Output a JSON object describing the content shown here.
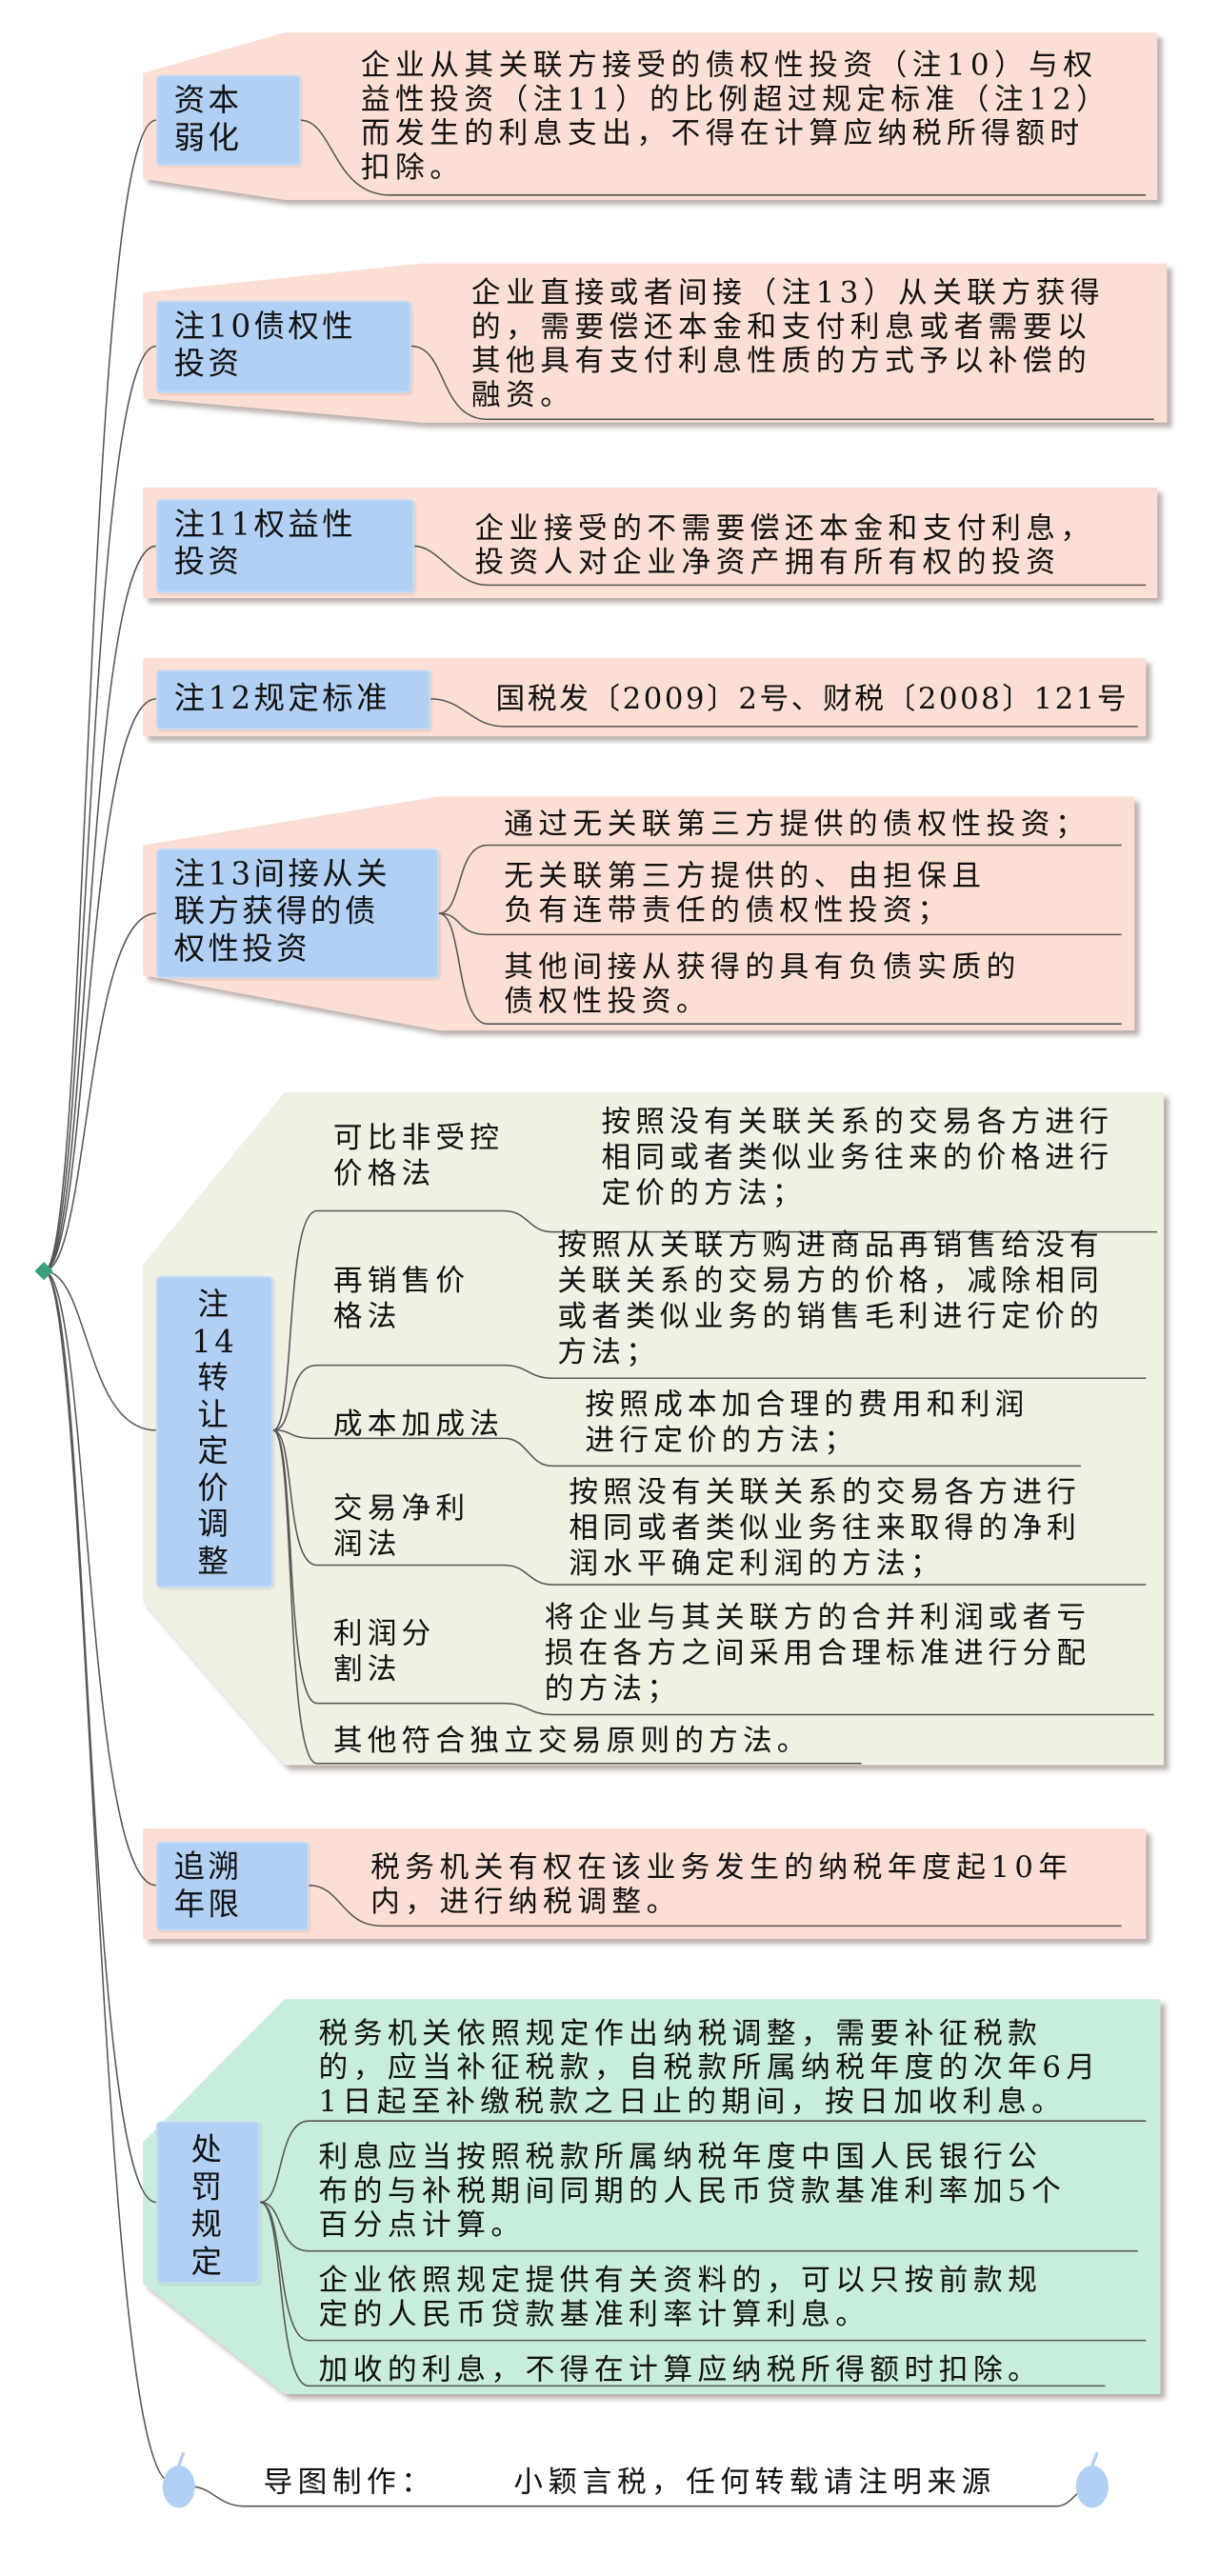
{
  "colors": {
    "pink": "#fcdfd4",
    "olive": "#eff1e4",
    "green": "#c9eddb",
    "label": "#b1d0f4"
  },
  "nodes": {
    "n1": {
      "label": "资本\n弱化",
      "text": "企业从其关联方接受的债权性投资（注10）与权\n益性投资（注11）的比例超过规定标准（注12）\n而发生的利息支出，不得在计算应纳税所得额时\n扣除。"
    },
    "n2": {
      "label": "注10债权性\n投资",
      "text": "企业直接或者间接（注13）从关联方获得\n的，需要偿还本金和支付利息或者需要以\n其他具有支付利息性质的方式予以补偿的\n融资。"
    },
    "n3": {
      "label": "注11权益性\n投资",
      "text": "企业接受的不需要偿还本金和支付利息，\n投资人对企业净资产拥有所有权的投资"
    },
    "n4": {
      "label": "注12规定标准",
      "text": "国税发〔2009〕2号、财税〔2008〕121号"
    },
    "n5": {
      "label": "注13间接从关\n联方获得的债\n权性投资",
      "items": [
        "通过无关联第三方提供的债权性投资；",
        "无关联第三方提供的、由担保且\n负有连带责任的债权性投资；",
        "其他间接从获得的具有负债实质的\n债权性投资。"
      ]
    },
    "n6": {
      "label": "注\n14\n转\n让\n定\n价\n调\n整",
      "methods": [
        {
          "name": "可比非受控\n价格法",
          "desc": "按照没有关联关系的交易各方进行\n相同或者类似业务往来的价格进行\n定价的方法；"
        },
        {
          "name": "再销售价\n格法",
          "desc": "按照从关联方购进商品再销售给没有\n关联关系的交易方的价格，减除相同\n或者类似业务的销售毛利进行定价的\n方法；"
        },
        {
          "name": "成本加成法",
          "desc": "按照成本加合理的费用和利润\n进行定价的方法；"
        },
        {
          "name": "交易净利\n润法",
          "desc": "按照没有关联关系的交易各方进行\n相同或者类似业务往来取得的净利\n润水平确定利润的方法；"
        },
        {
          "name": "利润分\n割法",
          "desc": "将企业与其关联方的合并利润或者亏\n损在各方之间采用合理标准进行分配\n的方法；"
        },
        {
          "name": "其他符合独立交易原则的方法。",
          "desc": ""
        }
      ]
    },
    "n7": {
      "label": "追溯\n年限",
      "text": "税务机关有权在该业务发生的纳税年度起10年\n内，进行纳税调整。"
    },
    "n8": {
      "label": "处\n罚\n规\n定",
      "items": [
        "税务机关依照规定作出纳税调整，需要补征税款\n的，应当补征税款，自税款所属纳税年度的次年6月\n1日起至补缴税款之日止的期间，按日加收利息。",
        "利息应当按照税款所属纳税年度中国人民银行公\n布的与补税期间同期的人民币贷款基准利率加5个\n百分点计算。",
        "企业依照规定提供有关资料的，可以只按前款规\n定的人民币贷款基准利率计算利息。",
        "加收的利息，不得在计算应纳税所得额时扣除。"
      ]
    }
  },
  "footer": {
    "label": "导图制作：",
    "text": "小颖言税，任何转载请注明来源",
    "icon": "apple-icon"
  }
}
